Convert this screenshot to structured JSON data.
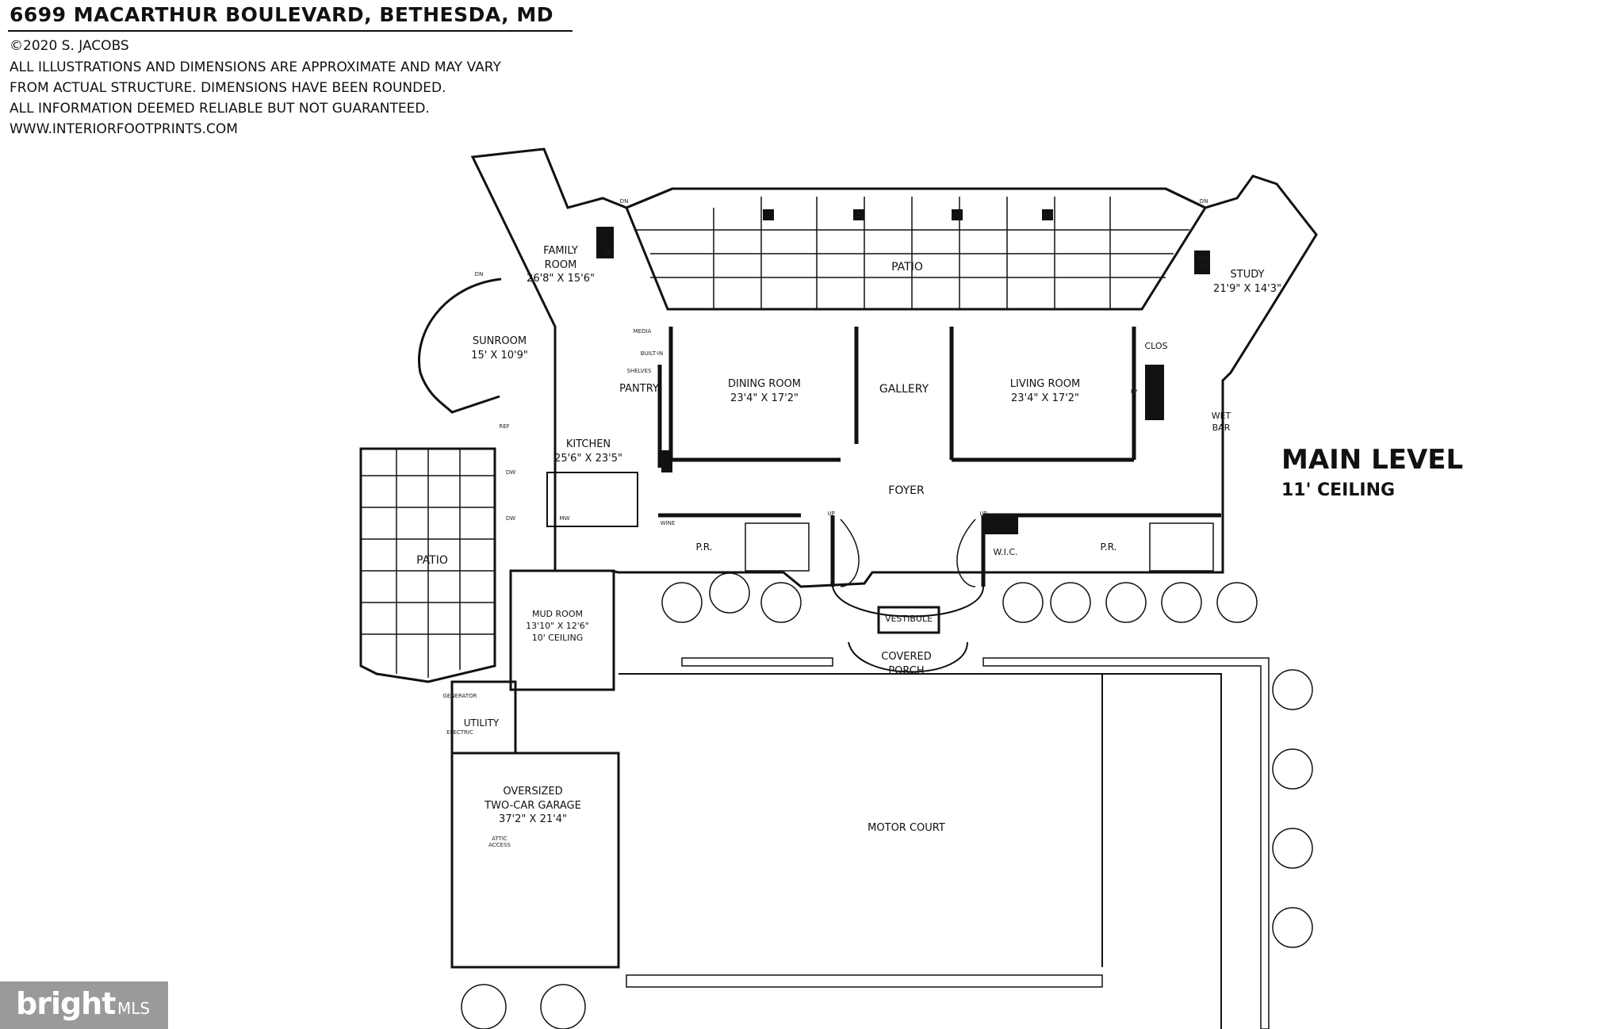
{
  "header": {
    "address": "6699 MACARTHUR BOULEVARD, BETHESDA, MD",
    "copyright": "©2020 S. JACOBS",
    "disclaimer_1": "ALL ILLUSTRATIONS AND DIMENSIONS ARE APPROXIMATE AND MAY VARY",
    "disclaimer_2": "FROM ACTUAL STRUCTURE. DIMENSIONS HAVE BEEN ROUNDED.",
    "disclaimer_3": "ALL INFORMATION DEEMED RELIABLE BUT NOT GUARANTEED.",
    "website": "WWW.INTERIORFOOTPRINTS.COM"
  },
  "level": {
    "name": "MAIN LEVEL",
    "ceiling": "11' CEILING"
  },
  "rooms": {
    "family_room": {
      "name1": "FAMILY",
      "name2": "ROOM",
      "dims": "26'8\" X 15'6\""
    },
    "sunroom": {
      "name": "SUNROOM",
      "dims": "15' X 10'9\""
    },
    "patio_top": {
      "name": "PATIO"
    },
    "study": {
      "name": "STUDY",
      "dims": "21'9\" X 14'3\""
    },
    "dining_room": {
      "name": "DINING ROOM",
      "dims": "23'4\" X 17'2\""
    },
    "gallery": {
      "name": "GALLERY"
    },
    "living_room": {
      "name": "LIVING ROOM",
      "dims": "23'4\" X 17'2\""
    },
    "kitchen": {
      "name": "KITCHEN",
      "dims": "25'6\" X 23'5\""
    },
    "pantry": {
      "name": "PANTRY"
    },
    "foyer": {
      "name": "FOYER"
    },
    "patio_left": {
      "name": "PATIO"
    },
    "mud_room": {
      "name": "MUD ROOM",
      "dims": "13'10\" X 12'6\"",
      "ceiling": "10' CEILING"
    },
    "vestibule": {
      "name": "VESTIBULE"
    },
    "covered_porch": {
      "name1": "COVERED",
      "name2": "PORCH"
    },
    "utility": {
      "name": "UTILITY"
    },
    "garage": {
      "name1": "OVERSIZED",
      "name2": "TWO-CAR GARAGE",
      "dims": "37'2\" X 21'4\""
    },
    "motor_court": {
      "name": "MOTOR COURT"
    },
    "pr_left": {
      "name": "P.R."
    },
    "pr_right": {
      "name": "P.R."
    },
    "wic": {
      "name": "W.I.C."
    },
    "wet_bar": {
      "name1": "WET",
      "name2": "BAR"
    },
    "clos": {
      "name": "CLOS"
    }
  },
  "fixtures": {
    "fp": "FP",
    "gas_fp_1": "GAS",
    "gas_fp_2": "FP",
    "media": "MEDIA",
    "built_in": "BUILT-IN",
    "shelves": "SHELVES",
    "ref": "REF",
    "dw": "DW",
    "mw": "MW",
    "wine": "WINE",
    "dn": "DN",
    "up": "UP",
    "generator": "GENERATOR",
    "electric": "ELECTRIC",
    "attic_1": "ATTIC",
    "attic_2": "ACCESS"
  },
  "watermark": {
    "brand": "bright",
    "mls": "MLS"
  }
}
